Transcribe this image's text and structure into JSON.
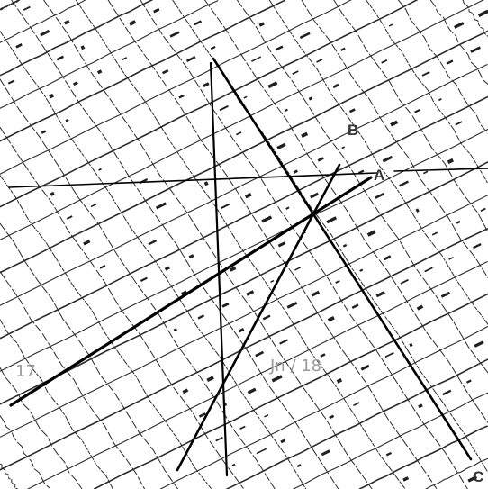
{
  "labels": {
    "a": "A",
    "b": "B",
    "c": "C"
  },
  "faint_marks": {
    "left": "17",
    "center": "Jn / 18"
  },
  "colors": {
    "line": "#000000",
    "grid": "#2a2a2a",
    "text_label": "#333333",
    "faint_text": "#9a9a9a"
  }
}
